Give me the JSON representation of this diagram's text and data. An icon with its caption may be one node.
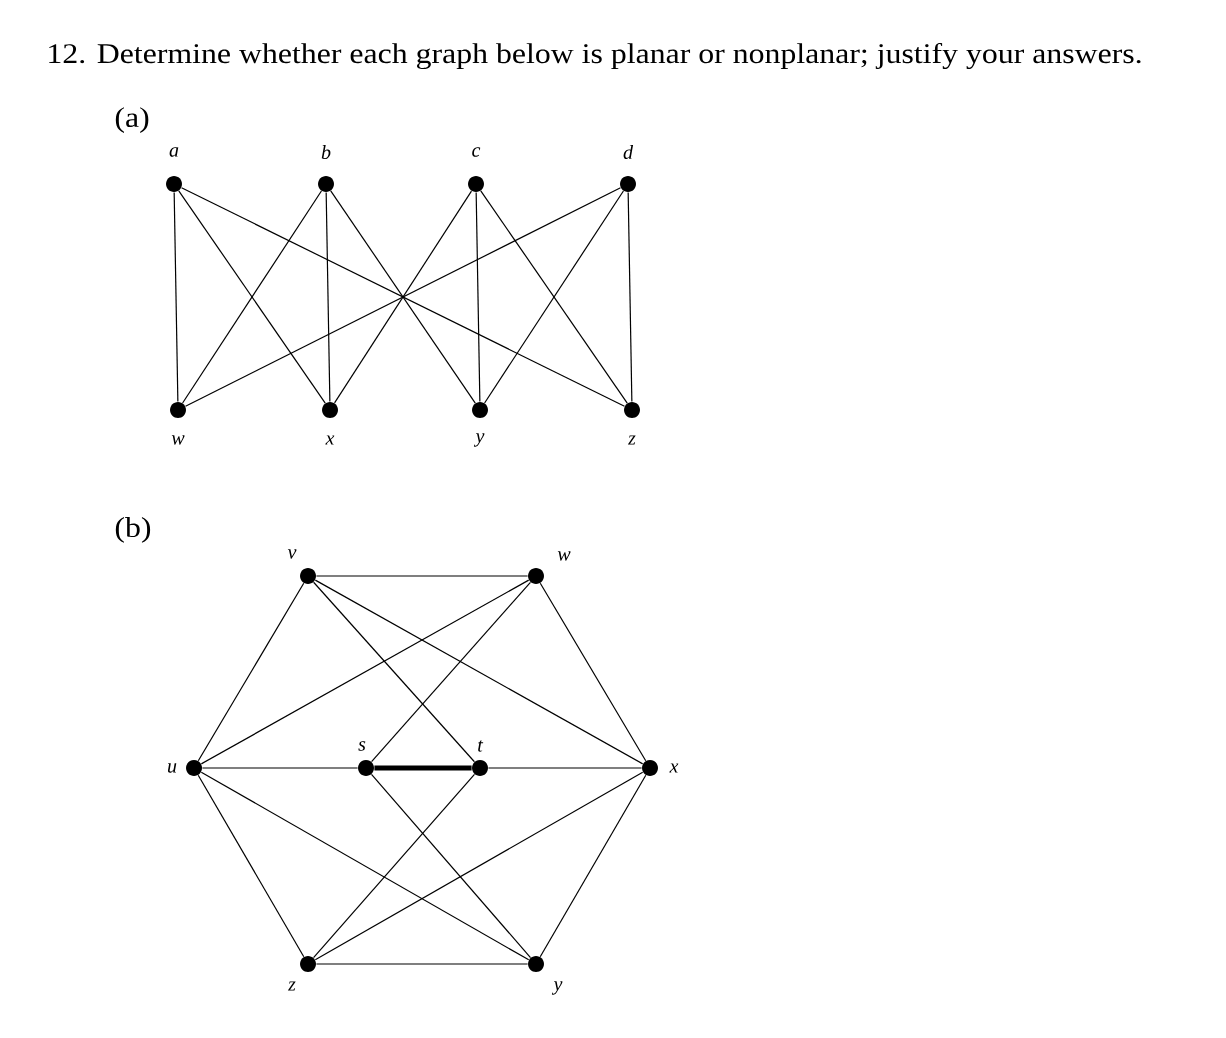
{
  "diagram": {
    "title": "12. Determine whether each graph below is planar or nonplanar; justify your answers.",
    "nodes": [
      {
        "text": [],
        "shape": "circle",
        "beside": [
          "a"
        ]
      },
      {
        "text": [],
        "shape": "circle",
        "beside": [
          "b"
        ]
      },
      {
        "text": [],
        "shape": "circle",
        "beside": [
          "c"
        ]
      },
      {
        "text": [],
        "shape": "circle",
        "beside": [
          "d"
        ]
      },
      {
        "text": [],
        "shape": "circle",
        "beside": [
          "w"
        ]
      },
      {
        "text": [],
        "shape": "circle",
        "beside": [
          "x"
        ]
      },
      {
        "text": [],
        "shape": "circle",
        "beside": [
          "y"
        ]
      },
      {
        "text": [],
        "shape": "circle",
        "beside": [
          "z"
        ]
      },
      {
        "text": [],
        "shape": "circle",
        "beside": [
          "v"
        ]
      },
      {
        "text": [],
        "shape": "circle",
        "beside": [
          "w"
        ]
      },
      {
        "text": [],
        "shape": "circle",
        "beside": [
          "u"
        ]
      },
      {
        "text": [],
        "shape": "circle",
        "beside": [
          "s"
        ]
      },
      {
        "text": [],
        "shape": "circle",
        "beside": [
          "t"
        ]
      },
      {
        "text": [],
        "shape": "circle",
        "beside": [
          "x"
        ]
      },
      {
        "text": [],
        "shape": "circle",
        "beside": [
          "z"
        ]
      },
      {
        "text": [],
        "shape": "circle",
        "beside": [
          "y"
        ]
      }
    ],
    "edges": [
      {
        "from": 0,
        "to": 4,
        "arrow": "none"
      },
      {
        "from": 0,
        "to": 5,
        "arrow": "none"
      },
      {
        "from": 0,
        "to": 7,
        "arrow": "none"
      },
      {
        "from": 1,
        "to": 4,
        "arrow": "none"
      },
      {
        "from": 1,
        "to": 5,
        "arrow": "none"
      },
      {
        "from": 1,
        "to": 6,
        "arrow": "none"
      },
      {
        "from": 2,
        "to": 5,
        "arrow": "none"
      },
      {
        "from": 2,
        "to": 6,
        "arrow": "none"
      },
      {
        "from": 2,
        "to": 7,
        "arrow": "none"
      },
      {
        "from": 3,
        "to": 4,
        "arrow": "none"
      },
      {
        "from": 3,
        "to": 6,
        "arrow": "none"
      },
      {
        "from": 3,
        "to": 7,
        "arrow": "none"
      },
      {
        "from": 8,
        "to": 9,
        "arrow": "none"
      },
      {
        "from": 8,
        "to": 10,
        "arrow": "none"
      },
      {
        "from": 8,
        "to": 12,
        "arrow": "none"
      },
      {
        "from": 8,
        "to": 13,
        "arrow": "none"
      },
      {
        "from": 9,
        "to": 10,
        "arrow": "none"
      },
      {
        "from": 9,
        "to": 11,
        "arrow": "none"
      },
      {
        "from": 9,
        "to": 13,
        "arrow": "none"
      },
      {
        "from": 10,
        "to": 11,
        "arrow": "none"
      },
      {
        "from": 11,
        "to": 12,
        "arrow": "none",
        "style": "thick"
      },
      {
        "from": 12,
        "to": 13,
        "arrow": "none"
      },
      {
        "from": 10,
        "to": 14,
        "arrow": "none"
      },
      {
        "from": 10,
        "to": 15,
        "arrow": "none"
      },
      {
        "from": 11,
        "to": 15,
        "arrow": "none"
      },
      {
        "from": 12,
        "to": 14,
        "arrow": "none"
      },
      {
        "from": 13,
        "to": 14,
        "arrow": "none"
      },
      {
        "from": 13,
        "to": 15,
        "arrow": "none"
      },
      {
        "from": 14,
        "to": 15,
        "arrow": "none"
      }
    ],
    "labels": [
      "(a)",
      "(b)"
    ]
  }
}
